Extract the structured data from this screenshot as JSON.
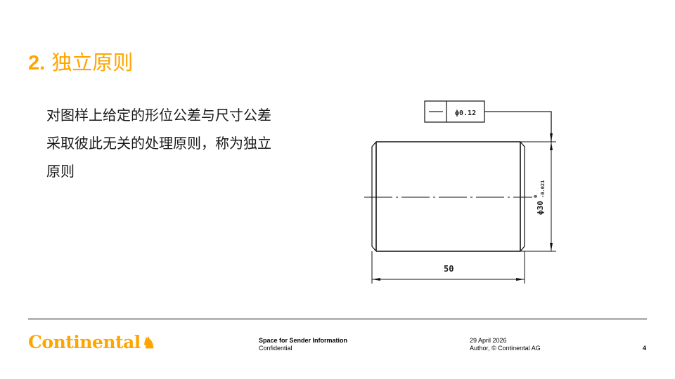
{
  "slide": {
    "title_number": "2.",
    "title_text": "独立原则",
    "accent_color": "#ffa500",
    "body_lines": [
      "对图样上给定的形位公差与尺寸公差",
      "采取彼此无关的处理原则，称为独立",
      "原则"
    ]
  },
  "drawing": {
    "feature_control_frame": {
      "symbol": "—",
      "symbol_name": "straightness",
      "tolerance": "ϕ0.12"
    },
    "diameter_dimension": {
      "nominal": "ϕ30",
      "upper_deviation": "0",
      "lower_deviation": "-0.021"
    },
    "length_dimension": "50"
  },
  "footer": {
    "logo_text": "Continental",
    "logo_icon": "horse-icon",
    "sender_label": "Space for Sender Information",
    "classification": "Confidential",
    "date": "29 April 2026",
    "author": "Author, © Continental AG",
    "page_number": "4"
  }
}
